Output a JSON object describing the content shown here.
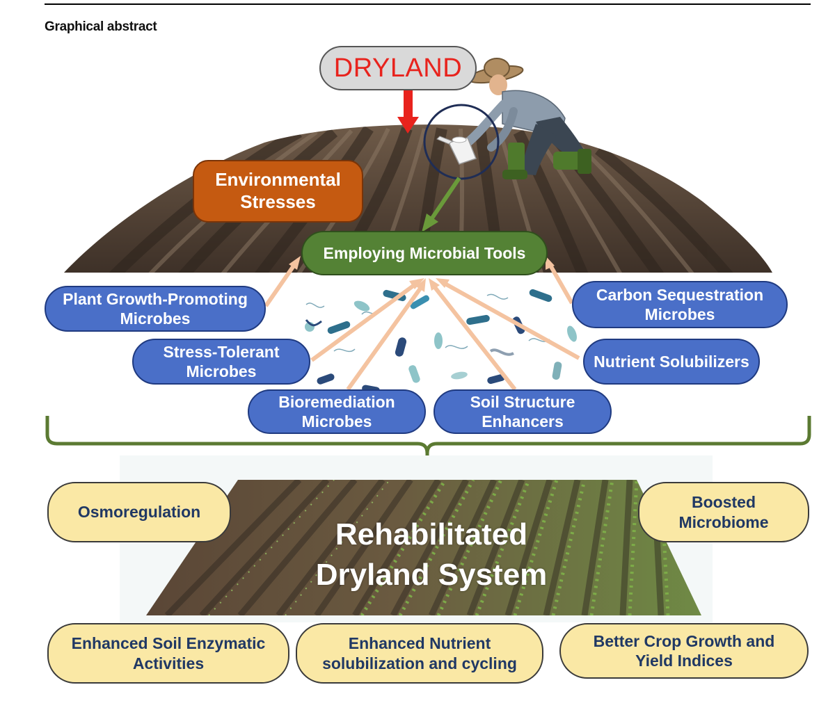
{
  "heading": "Graphical abstract",
  "dryland_label": "DRYLAND",
  "environmental_stresses": "Environmental Stresses",
  "microbial_tools": "Employing Microbial Tools",
  "microbe_types": {
    "plant_growth": "Plant Growth-Promoting Microbes",
    "carbon": "Carbon Sequestration Microbes",
    "stress_tolerant": "Stress-Tolerant Microbes",
    "nutrient": "Nutrient Solubilizers",
    "bioremediation": "Bioremediation Microbes",
    "soil_structure": "Soil Structure Enhancers"
  },
  "outcome_title_line1": "Rehabilitated",
  "outcome_title_line2": "Dryland System",
  "outcomes": {
    "osmoregulation": "Osmoregulation",
    "microbiome": "Boosted Microbiome",
    "enzymatic": "Enhanced Soil Enzymatic Activities",
    "nutrient_cycling": "Enhanced Nutrient solubilization and cycling",
    "crop_growth": "Better Crop Growth and Yield Indices"
  },
  "colors": {
    "blue_fill": "#4a6fc8",
    "yellow_fill": "#fae8a5",
    "tools_green": "#548235",
    "stress_orange": "#c55a11",
    "dryland_red": "#e8231d",
    "arrow_peach": "#f4c3a0",
    "brace_green": "#5b7a32"
  },
  "icons": [
    "farmer-icon",
    "watering-can-icon",
    "bacteria-icon",
    "crop-field-icon"
  ]
}
